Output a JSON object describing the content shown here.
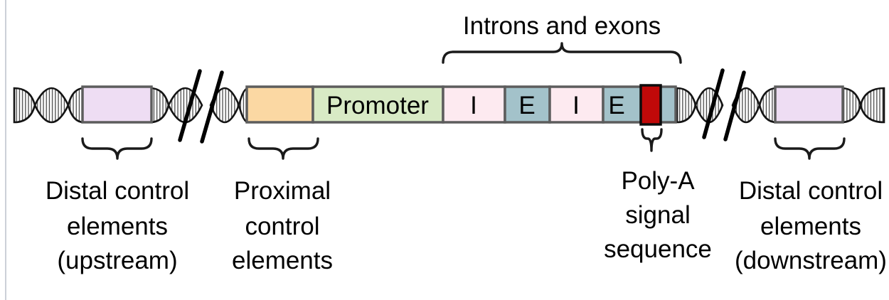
{
  "diagram": {
    "top_bracket_label": "Introns and exons",
    "promoter_label": "Promoter",
    "letters": {
      "intron": "I",
      "exon": "E"
    },
    "captions": {
      "distal_upstream": {
        "line1": "Distal control",
        "line2": "elements",
        "line3": "(upstream)"
      },
      "proximal": {
        "line1": "Proximal",
        "line2": "control",
        "line3": "elements"
      },
      "poly_a": {
        "line1": "Poly-A",
        "line2": "signal",
        "line3": "sequence"
      },
      "distal_downstream": {
        "line1": "Distal control",
        "line2": "elements",
        "line3": "(downstream)"
      }
    },
    "colors": {
      "distal_control_box": "#eeddf3",
      "proximal_control_box": "#fbd8a3",
      "promoter_box": "#d8eac5",
      "intron_box": "#fdeaf0",
      "exon_box": "#a3c2ca",
      "poly_a_box": "#c00909",
      "box_border": "#5d5d5d",
      "outline": "#111111",
      "pane_edge": "#ccd0d8"
    }
  }
}
